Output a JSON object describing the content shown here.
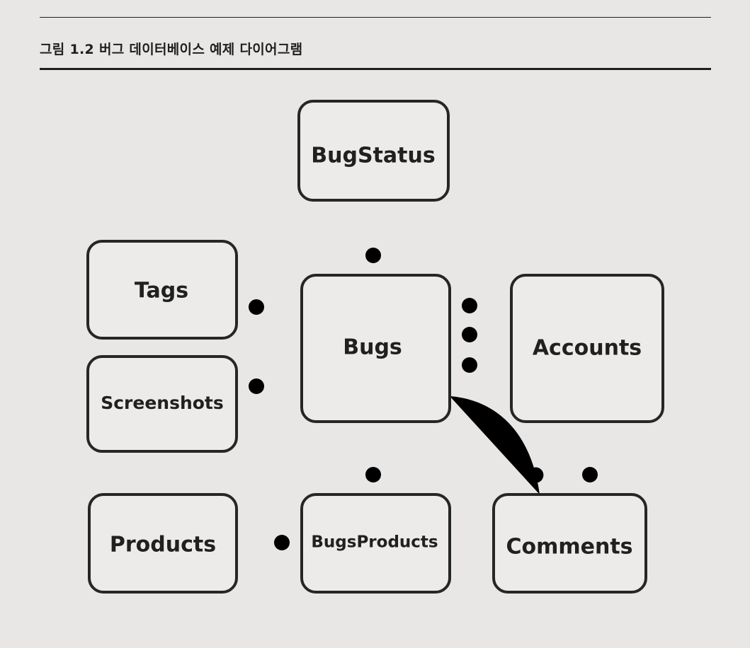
{
  "caption": "그림 1.2 버그 데이터베이스 예제 다이어그램",
  "diagram": {
    "entities": [
      {
        "id": "bugstatus",
        "label": "BugStatus"
      },
      {
        "id": "tags",
        "label": "Tags"
      },
      {
        "id": "bugs",
        "label": "Bugs"
      },
      {
        "id": "accounts",
        "label": "Accounts"
      },
      {
        "id": "screenshots",
        "label": "Screenshots"
      },
      {
        "id": "products",
        "label": "Products"
      },
      {
        "id": "bugsproducts",
        "label": "BugsProducts"
      },
      {
        "id": "comments",
        "label": "Comments"
      }
    ],
    "relationships": [
      {
        "from": "bugstatus",
        "to": "bugs",
        "from_cardinality": "one",
        "to_cardinality": "zero-or-many"
      },
      {
        "from": "bugs",
        "to": "tags",
        "from_cardinality": "one",
        "to_cardinality": "zero-or-many"
      },
      {
        "from": "bugs",
        "to": "screenshots",
        "from_cardinality": "one",
        "to_cardinality": "zero-or-many"
      },
      {
        "from": "accounts",
        "to": "bugs",
        "from_cardinality": "one",
        "to_cardinality": "zero-or-many"
      },
      {
        "from": "accounts",
        "to": "bugs",
        "from_cardinality": "one",
        "to_cardinality": "zero-or-many"
      },
      {
        "from": "accounts",
        "to": "bugs",
        "from_cardinality": "one",
        "to_cardinality": "zero-or-many"
      },
      {
        "from": "bugs",
        "to": "bugsproducts",
        "from_cardinality": "one",
        "to_cardinality": "zero-or-many"
      },
      {
        "from": "products",
        "to": "bugsproducts",
        "from_cardinality": "one",
        "to_cardinality": "zero-or-many"
      },
      {
        "from": "bugs",
        "to": "comments",
        "from_cardinality": "one",
        "to_cardinality": "zero-or-many"
      },
      {
        "from": "accounts",
        "to": "comments",
        "from_cardinality": "one",
        "to_cardinality": "zero-or-many"
      }
    ]
  }
}
